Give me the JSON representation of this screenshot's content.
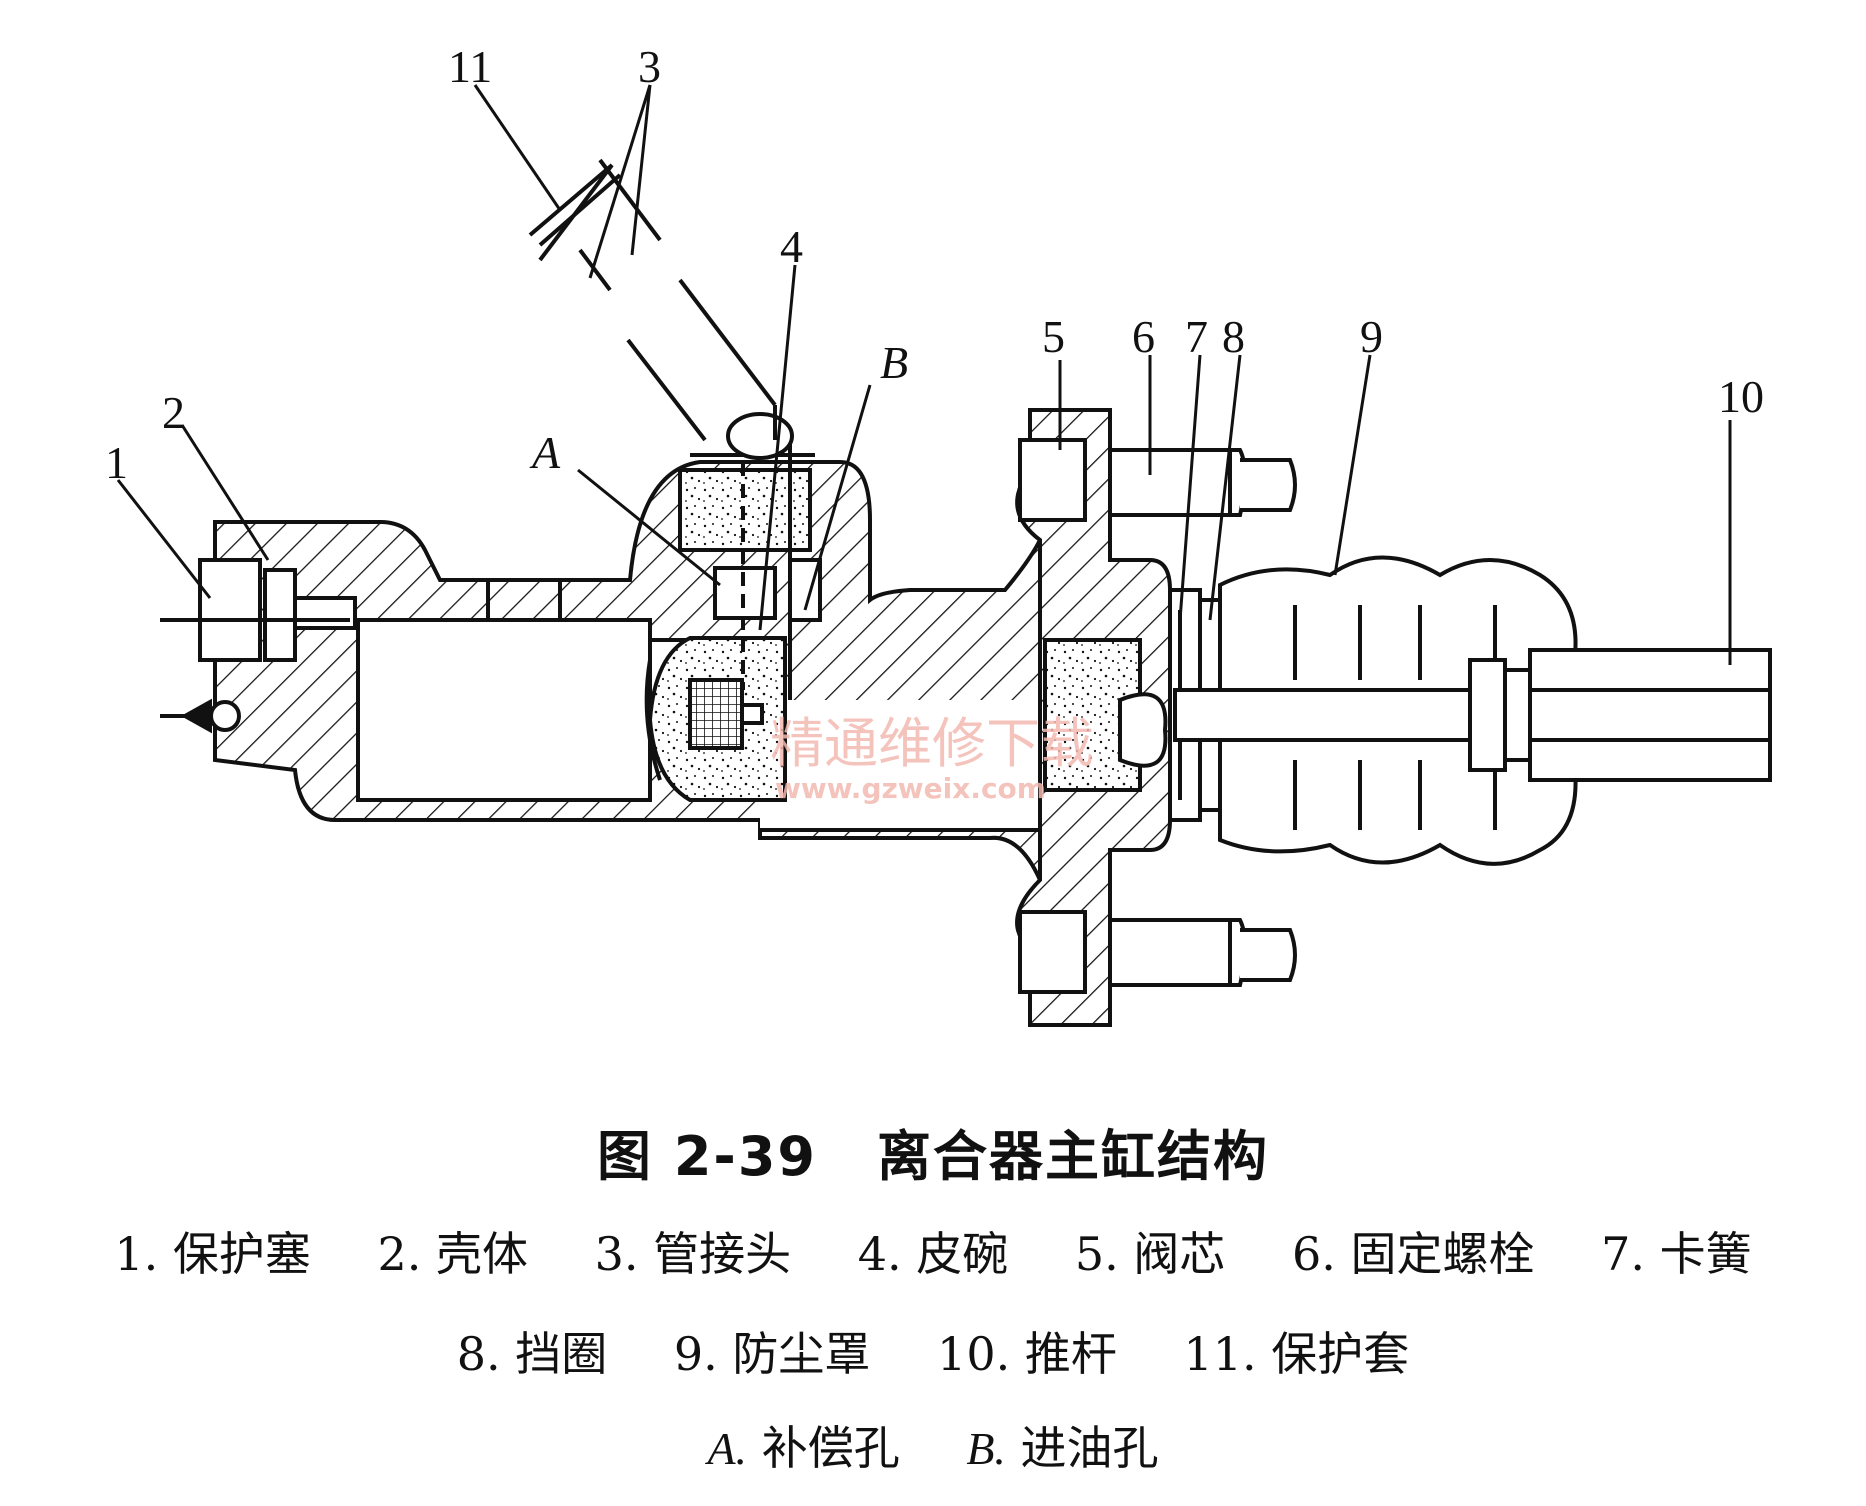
{
  "figure": {
    "title_number": "图 2-39",
    "title_text": "离合器主缸结构",
    "callouts": {
      "c1": "1",
      "c2": "2",
      "c3": "3",
      "c4": "4",
      "c5": "5",
      "c6": "6",
      "c7": "7",
      "c8": "8",
      "c9": "9",
      "c10": "10",
      "c11": "11",
      "cA": "A",
      "cB": "B"
    },
    "watermark": {
      "main": "精通维修下载",
      "url": "www.gzweix.com"
    }
  },
  "legend": {
    "row1": [
      {
        "num": "1.",
        "name": "保护塞"
      },
      {
        "num": "2.",
        "name": "壳体"
      },
      {
        "num": "3.",
        "name": "管接头"
      },
      {
        "num": "4.",
        "name": "皮碗"
      },
      {
        "num": "5.",
        "name": "阀芯"
      },
      {
        "num": "6.",
        "name": "固定螺栓"
      },
      {
        "num": "7.",
        "name": "卡簧"
      }
    ],
    "row2": [
      {
        "num": "8.",
        "name": "挡圈"
      },
      {
        "num": "9.",
        "name": "防尘罩"
      },
      {
        "num": "10.",
        "name": "推杆"
      },
      {
        "num": "11.",
        "name": "保护套"
      }
    ],
    "row3": [
      {
        "num": "A.",
        "name": "补偿孔"
      },
      {
        "num": "B.",
        "name": "进油孔"
      }
    ]
  },
  "colors": {
    "ink": "#111111",
    "watermark": "#f2b8b0"
  }
}
